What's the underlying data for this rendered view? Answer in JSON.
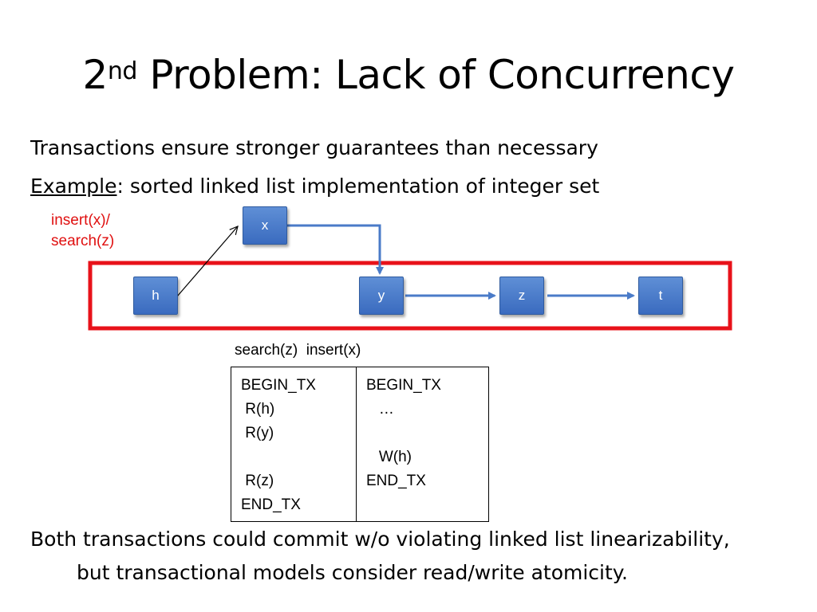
{
  "slide": {
    "title_prefix": "2",
    "title_sup": "nd",
    "title_rest": " Problem: Lack of Concurrency",
    "line1": "Transactions ensure stronger guarantees than necessary",
    "example_label": "Example",
    "example_rest": ": sorted linked list implementation of integer set",
    "red_label": "insert(x)/\nsearch(z)",
    "nodes": {
      "x": "x",
      "h": "h",
      "y": "y",
      "z": "z",
      "t": "t"
    },
    "ops_label": "search(z)  insert(x)",
    "tx_left": [
      "BEGIN_TX",
      " R(h)",
      " R(y)",
      "",
      " R(z)",
      "END_TX"
    ],
    "tx_right": [
      "BEGIN_TX",
      "   …",
      "",
      "   W(h)",
      "END_TX",
      ""
    ],
    "bottom_line1": "Both transactions could commit w/o violating linked list linearizability,",
    "bottom_line2": "but transactional models consider read/write atomicity."
  },
  "colors": {
    "highlight_border": "#e8121a",
    "node_fill": "#4a7bc8",
    "arrow": "#4a7bc8",
    "red_text": "#e01010"
  }
}
